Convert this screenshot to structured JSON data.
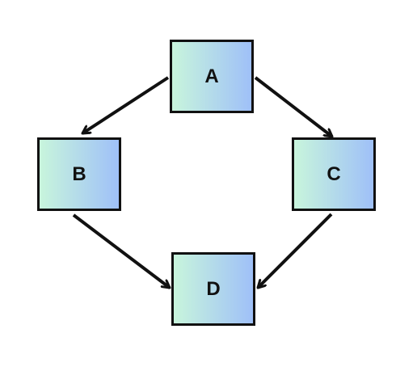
{
  "diagram": {
    "colors": {
      "fill_start": "#c8f5dc",
      "fill_end": "#9fc0f8",
      "border": "#111111",
      "edge": "#111111"
    },
    "nodes": [
      {
        "id": "a",
        "label": "A"
      },
      {
        "id": "b",
        "label": "B"
      },
      {
        "id": "c",
        "label": "C"
      },
      {
        "id": "d",
        "label": "D"
      }
    ],
    "edges": [
      {
        "from": "A",
        "to": "B"
      },
      {
        "from": "A",
        "to": "C"
      },
      {
        "from": "B",
        "to": "D"
      },
      {
        "from": "C",
        "to": "D"
      }
    ]
  }
}
